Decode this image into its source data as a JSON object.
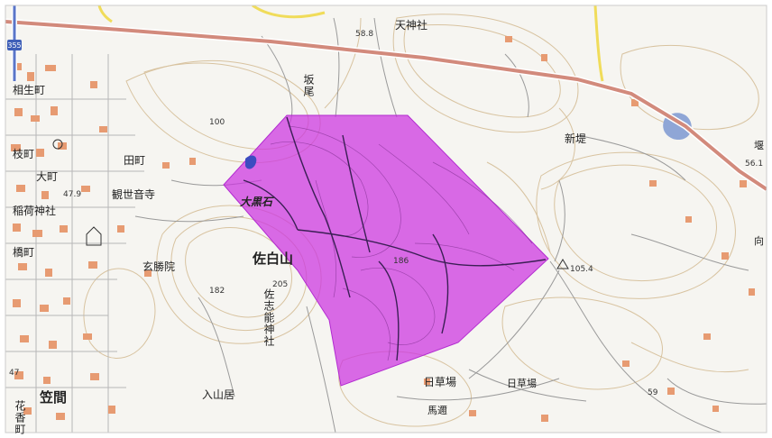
{
  "map": {
    "colors": {
      "background": "#f6f5f1",
      "contour": "#d8c3a0",
      "road_major": "#d28a7c",
      "road_yellow": "#f0dc5a",
      "building": "#e79b72",
      "water": "#8fa6d6",
      "highlight": "#cc33e0",
      "route_shield": "#3f5fb8"
    },
    "route_shield": "355",
    "labels": {
      "tenjinsha": "天神社",
      "tenjinsha_elev": "58.8",
      "sakao": "坂尾",
      "niinoo": "新堤",
      "aioi_cho": "相生町",
      "ebisu_cho": "枝町",
      "oomachi": "大町",
      "inari_jinja": "稲荷神社",
      "hashi_cho": "橋町",
      "kannonji": "観世音寺",
      "denmachi": "田町",
      "genshoin": "玄勝院",
      "oguroishi": "大黒石",
      "sashirayama": "佐白山",
      "sashino_jinja": "佐志能神社",
      "hatsu_elev": "182",
      "sashi_elev": "205",
      "peak_elev": "186",
      "bm_elev": "105.4",
      "kasama": "笠間",
      "hanakacho": "花香町",
      "kasama_elev": "47",
      "irisanke": "入山居",
      "hikusaba": "日草場",
      "hikusaba2": "日草場",
      "umaba": "馬邇",
      "elev_59": "59",
      "elev_100": "100",
      "elev_56": "56.1",
      "elev_47_9": "47.9",
      "mukai": "向",
      "tagi": "堰"
    }
  }
}
